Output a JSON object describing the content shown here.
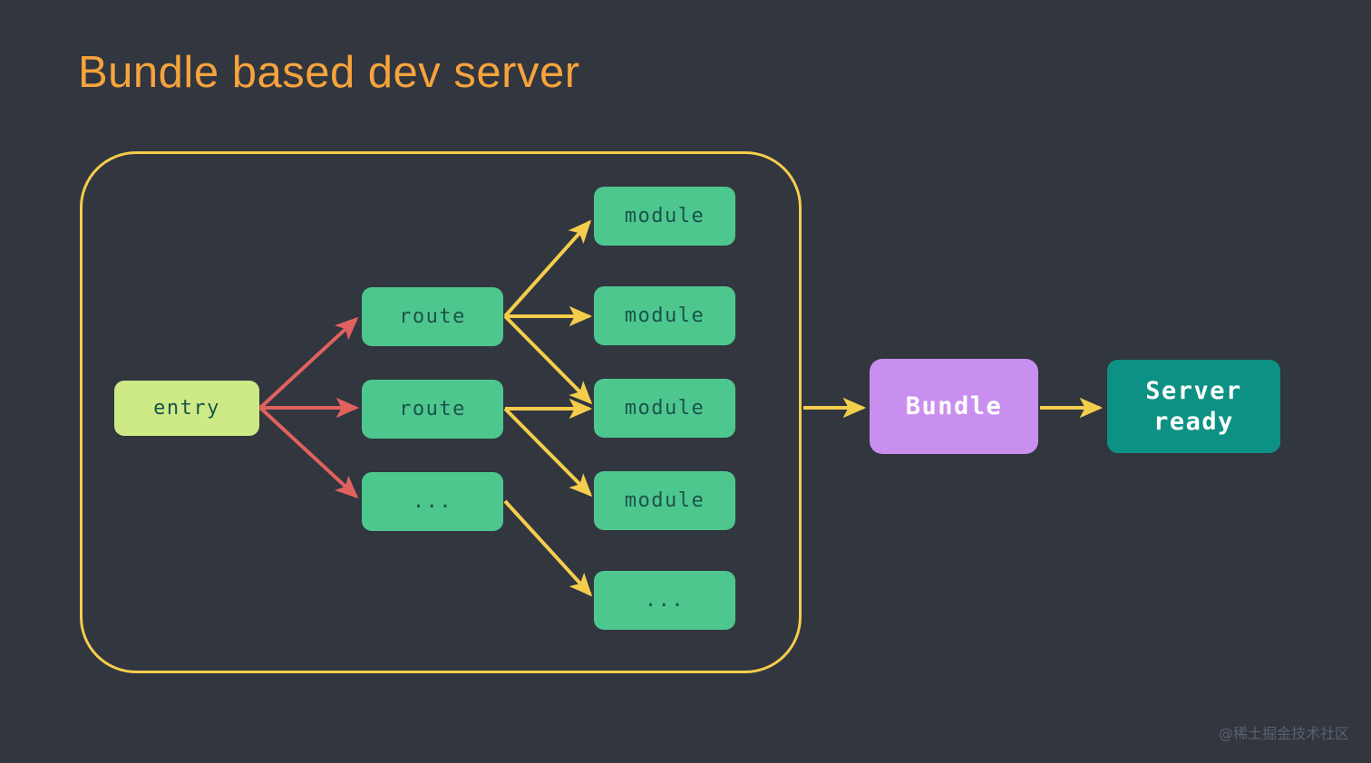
{
  "slide": {
    "title": "Bundle based dev server",
    "title_color": "#f7a33c",
    "background_color": "#31363f",
    "watermark": "@稀土掘金技术社区"
  },
  "container": {
    "border_color": "#f5cd4c",
    "name": "bundle-graph-group"
  },
  "nodes": {
    "entry": {
      "label": "entry",
      "color": "#cdea87",
      "text_color": "#19544b"
    },
    "routes": [
      {
        "label": "route",
        "color": "#4ec78e"
      },
      {
        "label": "route",
        "color": "#4ec78e"
      },
      {
        "label": "...",
        "color": "#4ec78e"
      }
    ],
    "modules": [
      {
        "label": "module",
        "color": "#4ec78e"
      },
      {
        "label": "module",
        "color": "#4ec78e"
      },
      {
        "label": "module",
        "color": "#4ec78e"
      },
      {
        "label": "module",
        "color": "#4ec78e"
      },
      {
        "label": "...",
        "color": "#4ec78e"
      }
    ],
    "bundle": {
      "label": "Bundle",
      "color": "#c88fef",
      "text_color": "#ffffff"
    },
    "server": {
      "label": "Server\nready",
      "line1": "Server",
      "line2": "ready",
      "color": "#0d9184",
      "text_color": "#ffffff"
    }
  },
  "edges": {
    "entry_to_routes_color": "#e0615e",
    "routes_to_modules_color": "#f5cd4c",
    "output_color": "#f5cd4c"
  }
}
